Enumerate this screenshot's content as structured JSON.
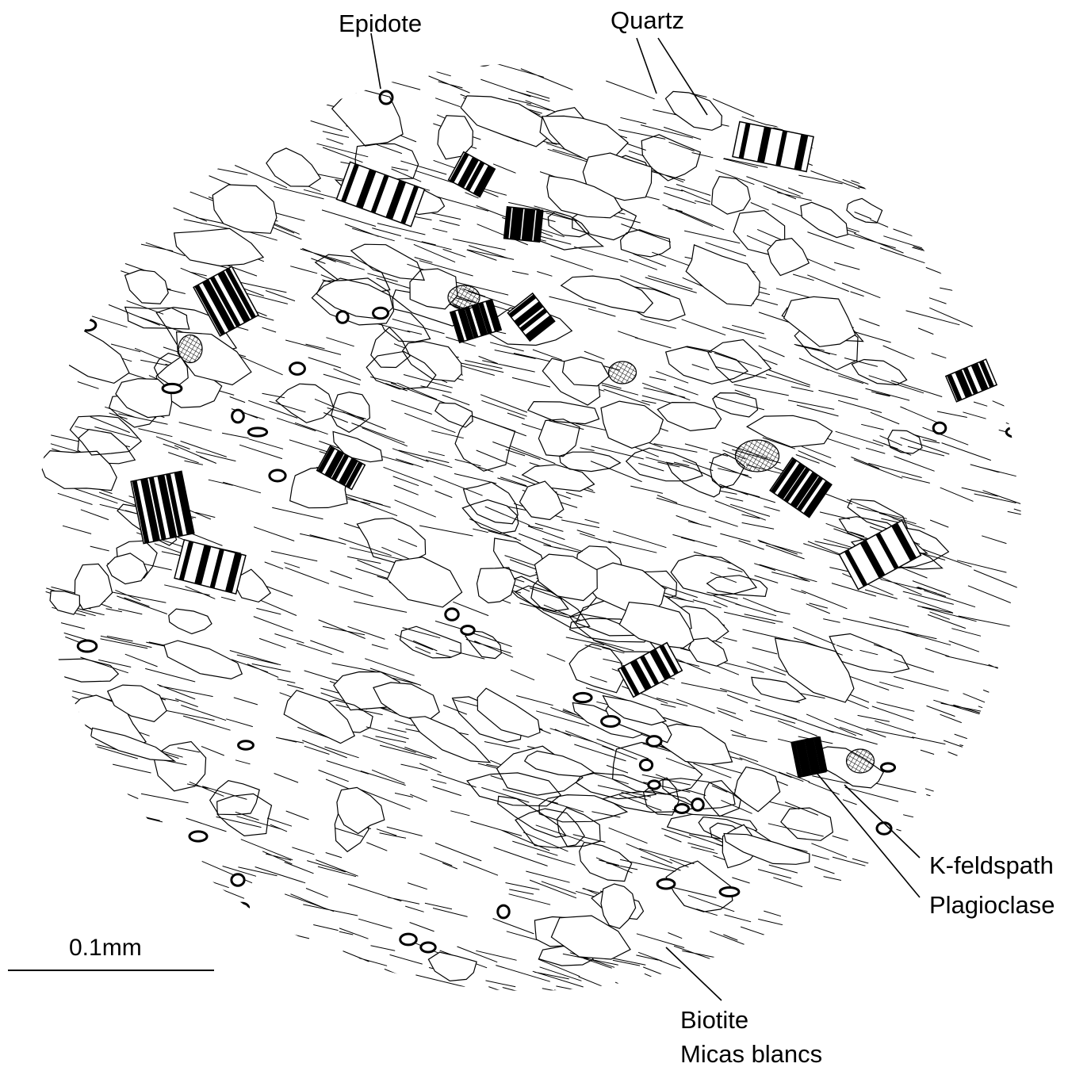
{
  "labels": {
    "epidote": "Epidote",
    "quartz": "Quartz",
    "k_feldspath": "K-feldspath",
    "plagioclase": "Plagioclase",
    "biotite": "Biotite",
    "micas_blancs": "Micas blancs"
  },
  "scale_bar": {
    "label": "0.1mm"
  },
  "colors": {
    "ink": "#000000",
    "paper": "#ffffff"
  }
}
